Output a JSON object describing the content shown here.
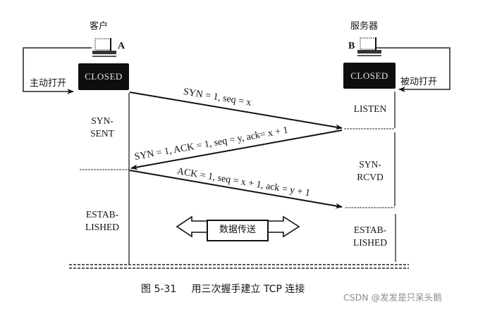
{
  "client": {
    "title": "客户",
    "letter": "A",
    "closed_label": "CLOSED",
    "open_action": "主动打开",
    "states": [
      "SYN-\nSENT",
      "ESTAB-\nLISHED"
    ]
  },
  "server": {
    "title": "服务器",
    "letter": "B",
    "closed_label": "CLOSED",
    "open_action": "被动打开",
    "states": [
      "LISTEN",
      "SYN-\nRCVD",
      "ESTAB-\nLISHED"
    ]
  },
  "messages": [
    {
      "text": "SYN = 1, seq = x",
      "direction": "client-to-server"
    },
    {
      "text": "SYN = 1, ACK = 1, seq = y, ack= x + 1",
      "direction": "server-to-client"
    },
    {
      "text": "ACK = 1, seq = x + 1, ack = y + 1",
      "direction": "client-to-server"
    }
  ],
  "data_transfer": {
    "label": "数据传送"
  },
  "caption": {
    "figure": "图 5-31",
    "text": "用三次握手建立 TCP 连接"
  },
  "watermark": "CSDN @发发是只呆头鹅",
  "colors": {
    "ink": "#111111",
    "closed_bg": "#0e0e0e",
    "watermark": "#8a8a8a"
  }
}
